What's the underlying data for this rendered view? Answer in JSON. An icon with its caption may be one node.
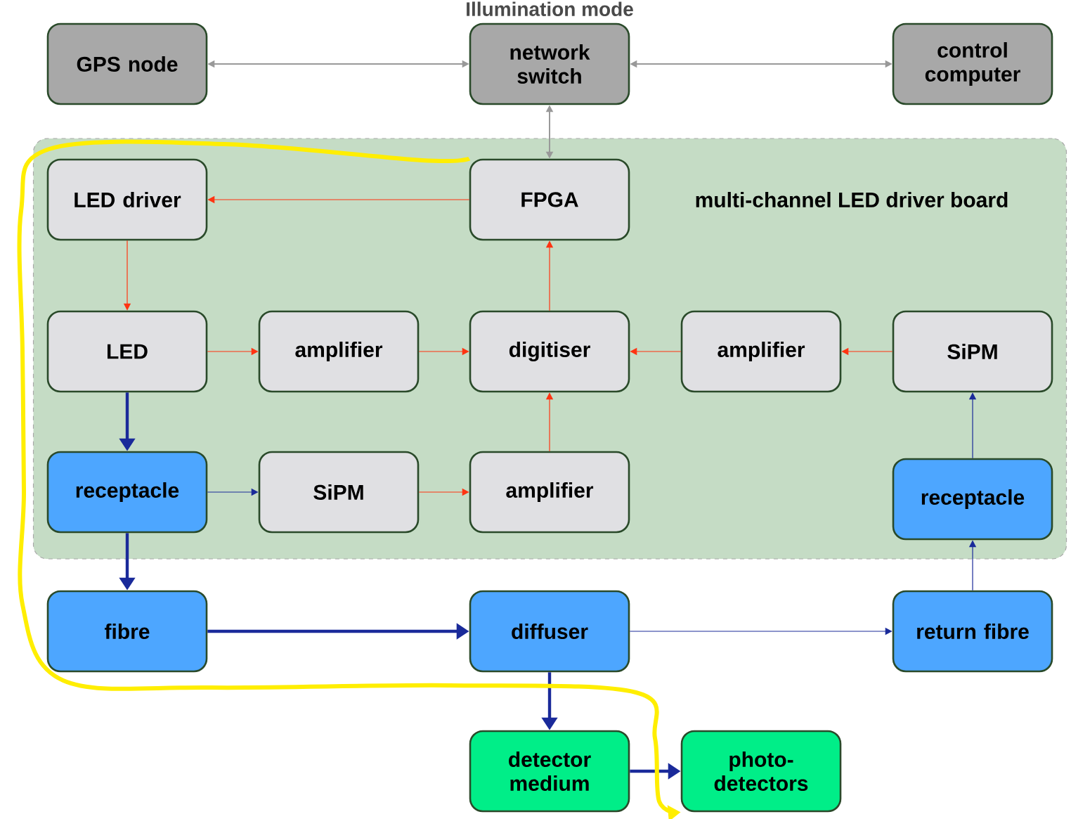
{
  "diagram": {
    "title": "Illumination mode",
    "nodes": [
      {
        "text": [
          "GPS node"
        ]
      },
      {
        "text": [
          "network switch"
        ]
      },
      {
        "text": [
          "control computer"
        ]
      },
      {
        "text": [
          "multi-channel LED driver board"
        ]
      },
      {
        "text": [
          "LED driver"
        ],
        "in": 3
      },
      {
        "text": [
          "FPGA"
        ],
        "in": 3
      },
      {
        "text": [
          "LED"
        ],
        "in": 3
      },
      {
        "text": [
          "amplifier"
        ],
        "in": 3
      },
      {
        "text": [
          "digitiser"
        ],
        "in": 3
      },
      {
        "text": [
          "amplifier"
        ],
        "in": 3
      },
      {
        "text": [
          "SiPM"
        ],
        "in": 3
      },
      {
        "text": [
          "receptacle"
        ],
        "in": 3
      },
      {
        "text": [
          "SiPM"
        ],
        "in": 3
      },
      {
        "text": [
          "amplifier"
        ],
        "in": 3
      },
      {
        "text": [
          "receptacle"
        ],
        "in": 3
      },
      {
        "text": [
          "fibre"
        ]
      },
      {
        "text": [
          "diffuser"
        ]
      },
      {
        "text": [
          "return fibre"
        ]
      },
      {
        "text": [
          "detector medium"
        ]
      },
      {
        "text": [
          "photo- detectors"
        ]
      }
    ],
    "edges": [
      {
        "from": 0,
        "to": 1,
        "arrow": "both",
        "color": "#999999"
      },
      {
        "from": 1,
        "to": 2,
        "arrow": "both",
        "color": "#999999"
      },
      {
        "from": 1,
        "to": 5,
        "arrow": "both",
        "color": "#999999"
      },
      {
        "from": 5,
        "to": 4,
        "arrow": "to"
      },
      {
        "from": 4,
        "to": 6,
        "arrow": "to"
      },
      {
        "from": 6,
        "to": 7,
        "arrow": "to"
      },
      {
        "from": 7,
        "to": 8,
        "arrow": "to"
      },
      {
        "from": 9,
        "to": 8,
        "arrow": "to"
      },
      {
        "from": 10,
        "to": 9,
        "arrow": "to"
      },
      {
        "from": 8,
        "to": 5,
        "arrow": "to"
      },
      {
        "from": 13,
        "to": 8,
        "arrow": "to"
      },
      {
        "from": 12,
        "to": 13,
        "arrow": "to"
      },
      {
        "from": 6,
        "to": 11,
        "arrow": "to",
        "style": "thick",
        "color": "#1a2a9a"
      },
      {
        "from": 11,
        "to": 12,
        "arrow": "to",
        "color": "#1a2a9a"
      },
      {
        "from": 11,
        "to": 15,
        "arrow": "to",
        "style": "thick",
        "color": "#1a2a9a"
      },
      {
        "from": 15,
        "to": 16,
        "arrow": "to",
        "style": "thick",
        "color": "#1a2a9a"
      },
      {
        "from": 16,
        "to": 17,
        "arrow": "to",
        "color": "#1a2a9a"
      },
      {
        "from": 17,
        "to": 14,
        "arrow": "to",
        "color": "#1a2a9a"
      },
      {
        "from": 14,
        "to": 10,
        "arrow": "to",
        "color": "#1a2a9a"
      },
      {
        "from": 16,
        "to": 18,
        "arrow": "to",
        "style": "thick",
        "color": "#1a2a9a"
      },
      {
        "from": 18,
        "to": 19,
        "arrow": "to",
        "style": "thick",
        "color": "#1a2a9a"
      },
      {
        "from": 5,
        "to": 19,
        "arrow": "to",
        "style": "thick",
        "color": "#ffee00"
      }
    ]
  }
}
